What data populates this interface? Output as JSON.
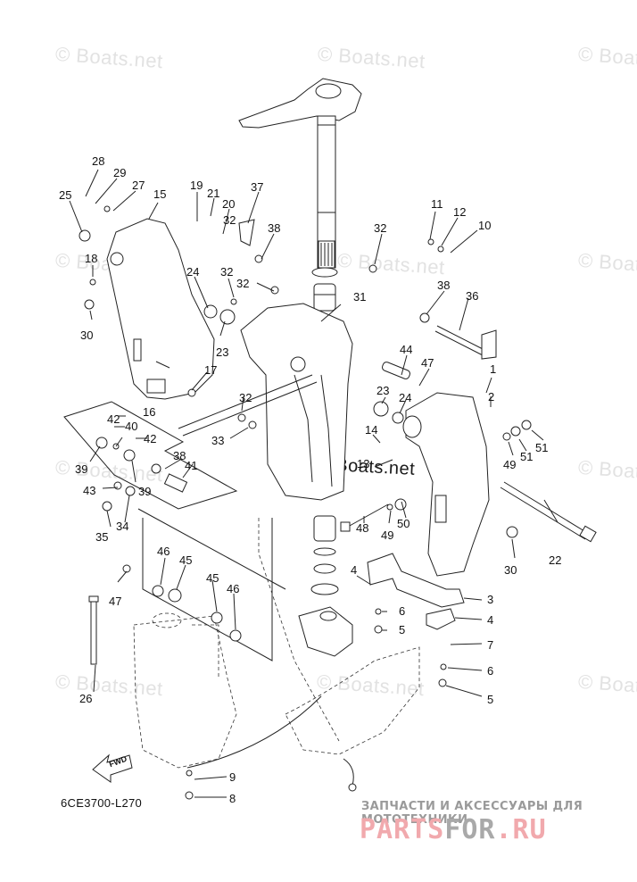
{
  "diagram": {
    "title_code": "6CE3700-L270",
    "direction_label": "FWD",
    "watermark_text": "© Boats.net",
    "callouts": [
      {
        "id": "c1",
        "label": "1"
      },
      {
        "id": "c2",
        "label": "2"
      },
      {
        "id": "c3",
        "label": "3"
      },
      {
        "id": "c4a",
        "label": "4"
      },
      {
        "id": "c4b",
        "label": "4"
      },
      {
        "id": "c5a",
        "label": "5"
      },
      {
        "id": "c5b",
        "label": "5"
      },
      {
        "id": "c6a",
        "label": "6"
      },
      {
        "id": "c6b",
        "label": "6"
      },
      {
        "id": "c7",
        "label": "7"
      },
      {
        "id": "c8",
        "label": "8"
      },
      {
        "id": "c9",
        "label": "9"
      },
      {
        "id": "c10",
        "label": "10"
      },
      {
        "id": "c11",
        "label": "11"
      },
      {
        "id": "c12",
        "label": "12"
      },
      {
        "id": "c13",
        "label": "13"
      },
      {
        "id": "c14",
        "label": "14"
      },
      {
        "id": "c15",
        "label": "15"
      },
      {
        "id": "c16",
        "label": "16"
      },
      {
        "id": "c17",
        "label": "17"
      },
      {
        "id": "c18",
        "label": "18"
      },
      {
        "id": "c19",
        "label": "19"
      },
      {
        "id": "c20",
        "label": "20"
      },
      {
        "id": "c21",
        "label": "21"
      },
      {
        "id": "c22",
        "label": "22"
      },
      {
        "id": "c23a",
        "label": "23"
      },
      {
        "id": "c23b",
        "label": "23"
      },
      {
        "id": "c24a",
        "label": "24"
      },
      {
        "id": "c24b",
        "label": "24"
      },
      {
        "id": "c25",
        "label": "25"
      },
      {
        "id": "c26",
        "label": "26"
      },
      {
        "id": "c27",
        "label": "27"
      },
      {
        "id": "c28",
        "label": "28"
      },
      {
        "id": "c29",
        "label": "29"
      },
      {
        "id": "c30a",
        "label": "30"
      },
      {
        "id": "c30b",
        "label": "30"
      },
      {
        "id": "c31",
        "label": "31"
      },
      {
        "id": "c32a",
        "label": "32"
      },
      {
        "id": "c32b",
        "label": "32"
      },
      {
        "id": "c32c",
        "label": "32"
      },
      {
        "id": "c32d",
        "label": "32"
      },
      {
        "id": "c32e",
        "label": "32"
      },
      {
        "id": "c33",
        "label": "33"
      },
      {
        "id": "c34",
        "label": "34"
      },
      {
        "id": "c35",
        "label": "35"
      },
      {
        "id": "c36",
        "label": "36"
      },
      {
        "id": "c37",
        "label": "37"
      },
      {
        "id": "c38a",
        "label": "38"
      },
      {
        "id": "c38b",
        "label": "38"
      },
      {
        "id": "c38c",
        "label": "38"
      },
      {
        "id": "c39a",
        "label": "39"
      },
      {
        "id": "c39b",
        "label": "39"
      },
      {
        "id": "c40",
        "label": "40"
      },
      {
        "id": "c41",
        "label": "41"
      },
      {
        "id": "c42a",
        "label": "42"
      },
      {
        "id": "c42b",
        "label": "42"
      },
      {
        "id": "c43",
        "label": "43"
      },
      {
        "id": "c44",
        "label": "44"
      },
      {
        "id": "c45a",
        "label": "45"
      },
      {
        "id": "c45b",
        "label": "45"
      },
      {
        "id": "c46a",
        "label": "46"
      },
      {
        "id": "c46b",
        "label": "46"
      },
      {
        "id": "c47a",
        "label": "47"
      },
      {
        "id": "c47b",
        "label": "47"
      },
      {
        "id": "c48",
        "label": "48"
      },
      {
        "id": "c49a",
        "label": "49"
      },
      {
        "id": "c49b",
        "label": "49"
      },
      {
        "id": "c50",
        "label": "50"
      },
      {
        "id": "c51a",
        "label": "51"
      },
      {
        "id": "c51b",
        "label": "51"
      }
    ]
  },
  "branding": {
    "subtitle": "ЗАПЧАСТИ И АКСЕССУАРЫ ДЛЯ МОТОТЕХНИКИ",
    "logo_part1": "PARTS",
    "logo_part2": "FOR",
    "logo_part3": ".RU",
    "colors": {
      "pink": "#f1a9ad",
      "gray": "#a9a9a9"
    }
  }
}
